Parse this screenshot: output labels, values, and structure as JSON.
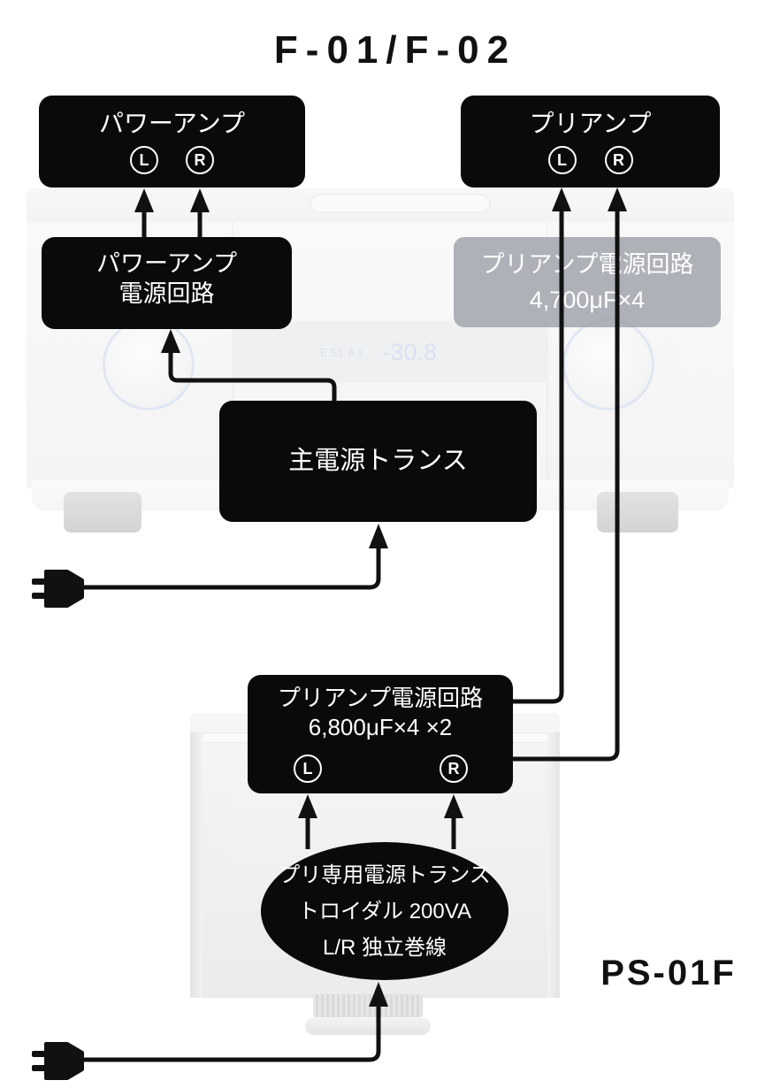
{
  "title": "F-01/F-02",
  "ps_unit_label": "PS-01F",
  "diagram": {
    "power_amp_box": {
      "label": "パワーアンプ",
      "left_channel": "L",
      "right_channel": "R"
    },
    "pre_amp_box": {
      "label": "プリアンプ",
      "left_channel": "L",
      "right_channel": "R"
    },
    "power_amp_psu_box": {
      "line1": "パワーアンプ",
      "line2": "電源回路"
    },
    "internal_preamp_psu_box": {
      "line1": "プリアンプ電源回路",
      "line2": "4,700μF×4"
    },
    "main_transformer_box": {
      "label": "主電源トランス"
    },
    "external_preamp_psu_box": {
      "line1": "プリアンプ電源回路",
      "line2": "6,800μF×4 ×2",
      "left_channel": "L",
      "right_channel": "R"
    },
    "pre_transformer_ellipse": {
      "line1": "プリ専用電源トランス",
      "line2": "トロイダル 200VA",
      "line3": "L/R 独立巻線"
    }
  },
  "amp_photo": {
    "display_source": "ESLA1",
    "display_volume": "-30.8"
  },
  "colors": {
    "box_background": "#0a0a0a",
    "box_text": "#ffffff",
    "connector": "#111111",
    "faded_box_background": "#9da1a9",
    "display_text": "#9fb4dd"
  }
}
